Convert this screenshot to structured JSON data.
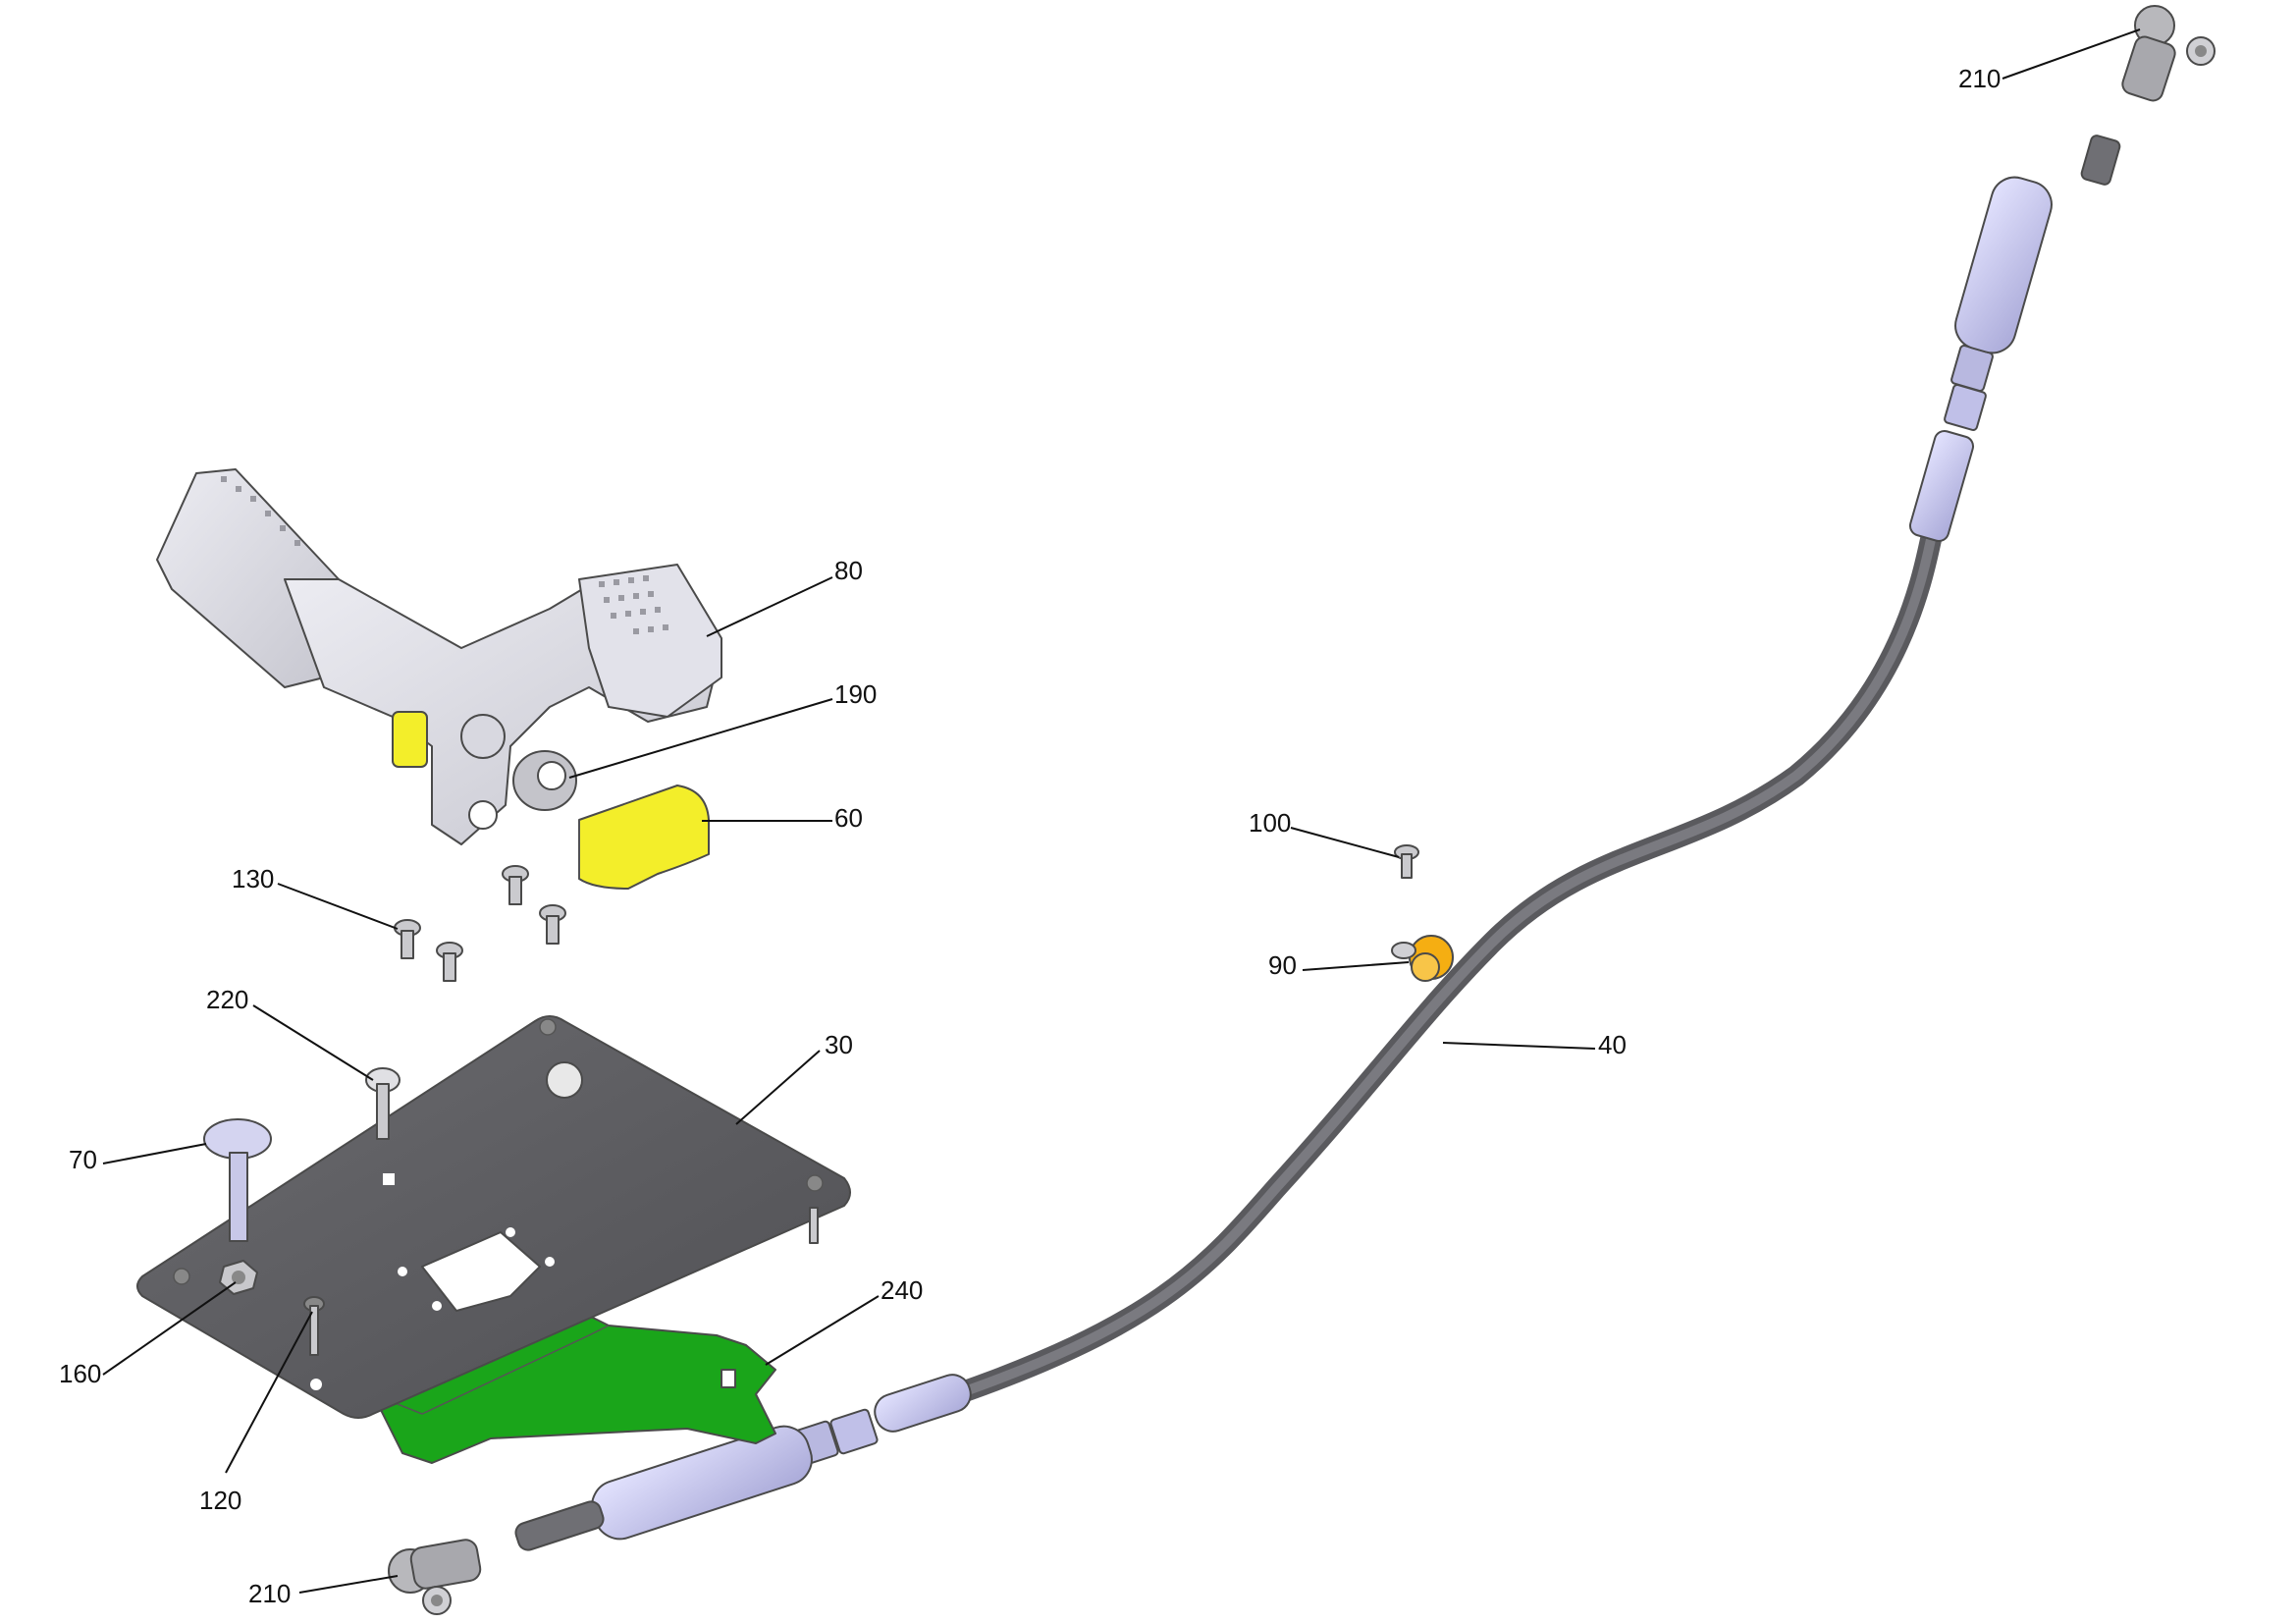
{
  "colors": {
    "background": "#ffffff",
    "pedal": "#d8d8e0",
    "plate": "#5e5e62",
    "bracket": "#1aa51a",
    "stop_yellow": "#f3ee2a",
    "clip_orange": "#f5ae12",
    "cable_sleeve": "#6b6b70",
    "cable_end": "#c8c8f0",
    "hardware": "#c8c8cc",
    "label_text": "#111111"
  },
  "callouts": {
    "c210_top": "210",
    "c80": "80",
    "c190": "190",
    "c60": "60",
    "c100": "100",
    "c130": "130",
    "c90": "90",
    "c220": "220",
    "c30": "30",
    "c40": "40",
    "c70": "70",
    "c240": "240",
    "c160": "160",
    "c120": "120",
    "c210_bottom": "210"
  }
}
